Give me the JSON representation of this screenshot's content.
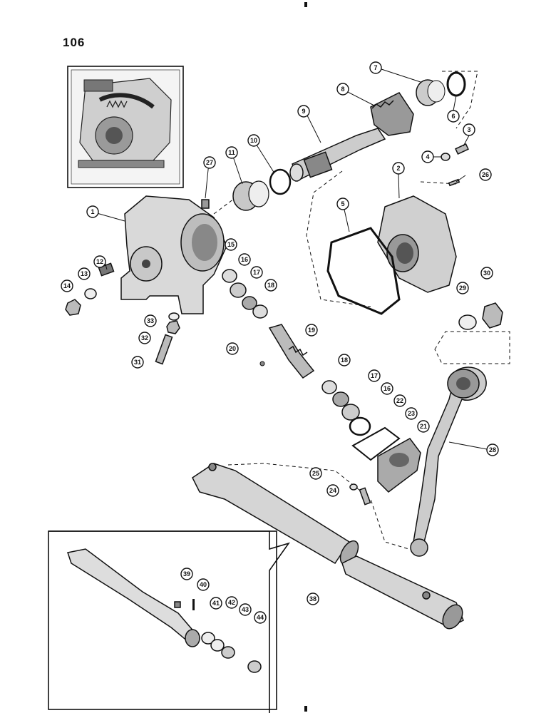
{
  "page": {
    "number": "106"
  },
  "callouts": [
    "1",
    "2",
    "3",
    "4",
    "5",
    "6",
    "7",
    "8",
    "9",
    "10",
    "11",
    "12",
    "13",
    "14",
    "15",
    "16",
    "17",
    "18",
    "19",
    "20",
    "21",
    "22",
    "23",
    "24",
    "25",
    "26",
    "27",
    "28",
    "29",
    "30",
    "31",
    "32",
    "33",
    "38",
    "39",
    "40",
    "41",
    "42",
    "43",
    "44",
    "16",
    "17",
    "18"
  ]
}
